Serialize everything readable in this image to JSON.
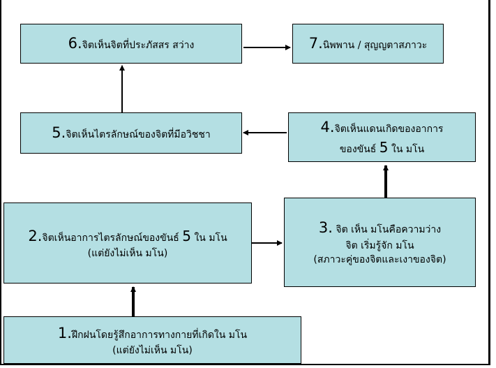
{
  "boxes": {
    "b6": {
      "num": "6.",
      "text": "จิตเห็นจิตที่ประภัสสร สว่าง"
    },
    "b7": {
      "num": "7.",
      "text": "นิพพาน / สุญญตาสภาวะ"
    },
    "b5": {
      "num": "5.",
      "text": "จิตเห็นไตรลักษณ์ของจิตที่มีอวิชชา"
    },
    "b4": {
      "num": "4.",
      "line1": "จิตเห็นแดนเกิดของอาการ",
      "line2_a": "ของขันธ์ ",
      "line2_num": "5",
      "line2_b": " ใน มโน"
    },
    "b2": {
      "num": "2.",
      "line1_a": "จิตเห็นอาการไตรลักษณ์ของขันธ์ ",
      "line1_num": "5",
      "line1_b": " ใน มโน",
      "line2": "(แต่ยังไม่เห็น มโน)"
    },
    "b3": {
      "num": "3.",
      "line1": " จิต เห็น มโนคือความว่าง",
      "line2": "จิต เริ่มรู้จัก มโน",
      "line3": "(สภาวะคู่ของจิตและเงาของจิต)"
    },
    "b1": {
      "num": "1.",
      "line1": "ฝึกฝนโดยรู้สึกอาการทางกายที่เกิดใน มโน",
      "line2": "(แต่ยังไม่เห็น มโน)"
    }
  },
  "colors": {
    "box_fill": "#b4dfe3",
    "border": "#000000"
  }
}
